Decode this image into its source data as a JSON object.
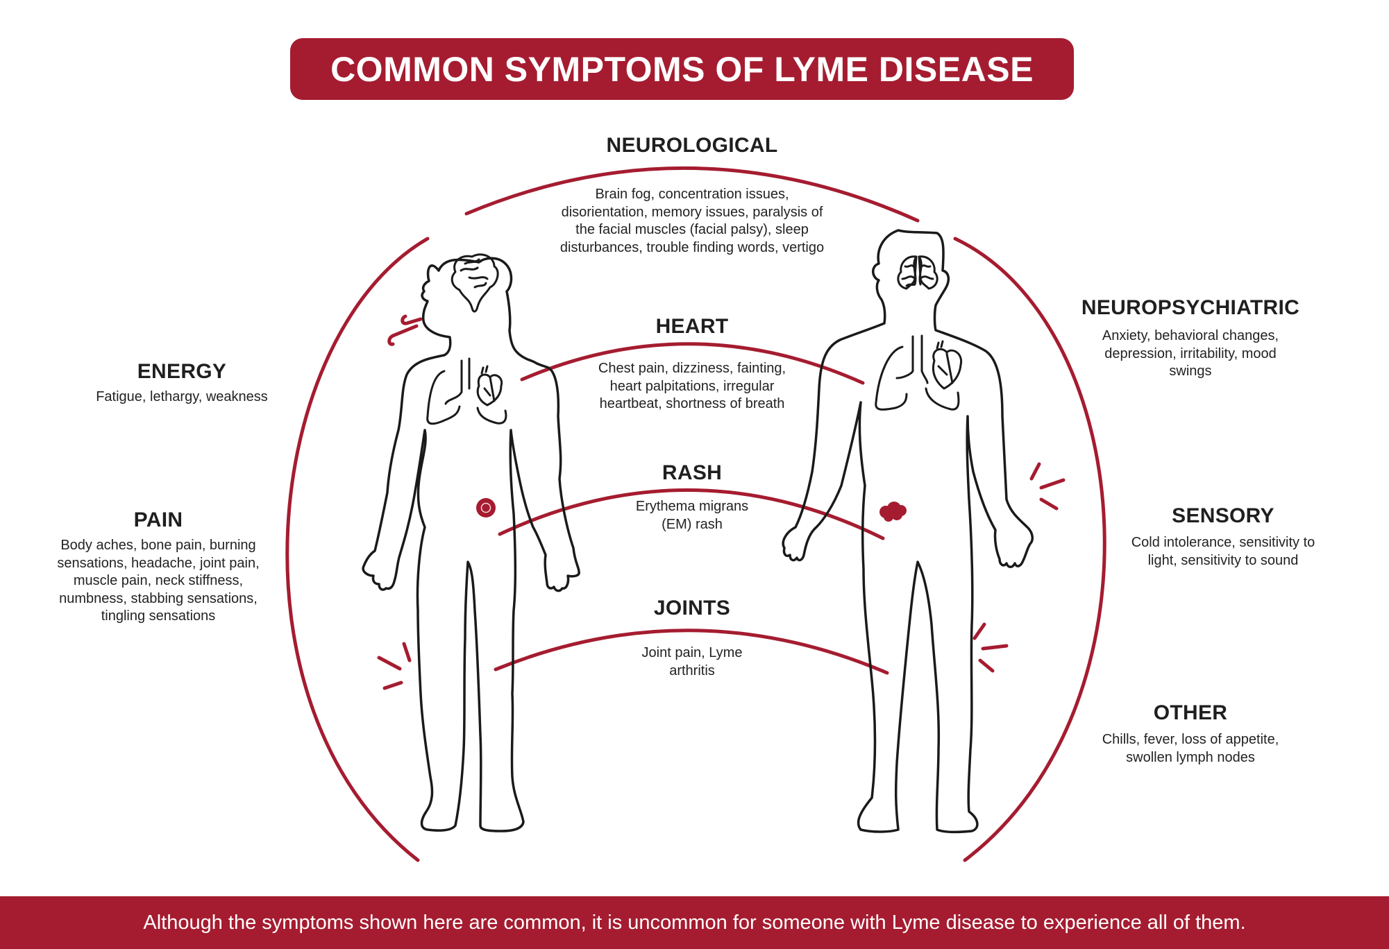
{
  "title": "COMMON SYMPTOMS OF LYME DISEASE",
  "colors": {
    "accent": "#a51c30",
    "outline": "#1a1a1a",
    "text": "#1f1f1f",
    "background": "#ffffff"
  },
  "categories": {
    "neurological": {
      "heading": "NEUROLOGICAL",
      "description": "Brain fog, concentration issues,\ndisorientation, memory issues, paralysis of\nthe facial muscles (facial palsy), sleep\ndisturbances, trouble finding words, vertigo"
    },
    "heart": {
      "heading": "HEART",
      "description": "Chest pain, dizziness, fainting,\nheart palpitations, irregular\nheartbeat, shortness of breath"
    },
    "rash": {
      "heading": "RASH",
      "description": "Erythema migrans\n(EM) rash"
    },
    "joints": {
      "heading": "JOINTS",
      "description": "Joint pain, Lyme\narthritis"
    },
    "energy": {
      "heading": "ENERGY",
      "description": "Fatigue, lethargy, weakness"
    },
    "pain": {
      "heading": "PAIN",
      "description": "Body aches, bone pain, burning\nsensations, headache, joint pain,\nmuscle pain, neck stiffness,\nnumbness, stabbing sensations,\ntingling sensations"
    },
    "neuropsychiatric": {
      "heading": "NEUROPSYCHIATRIC",
      "description": "Anxiety, behavioral changes,\ndepression, irritability, mood\nswings"
    },
    "sensory": {
      "heading": "SENSORY",
      "description": "Cold intolerance, sensitivity to\nlight, sensitivity to sound"
    },
    "other": {
      "heading": "OTHER",
      "description": "Chills, fever, loss of appetite,\nswollen lymph nodes"
    }
  },
  "figures": {
    "female": {
      "icons": [
        "brain-icon",
        "breath-icon",
        "lungs-icon",
        "heart-icon",
        "bullseye-rash-icon",
        "knee-pain-marks-icon"
      ]
    },
    "male": {
      "icons": [
        "brain-icon",
        "lungs-icon",
        "heart-icon",
        "rash-blotch-icon",
        "wrist-pain-marks-icon",
        "knee-pain-marks-icon"
      ]
    }
  },
  "footer": {
    "note": "Although the symptoms shown here are common, it is uncommon for someone with Lyme disease to experience all of them."
  }
}
